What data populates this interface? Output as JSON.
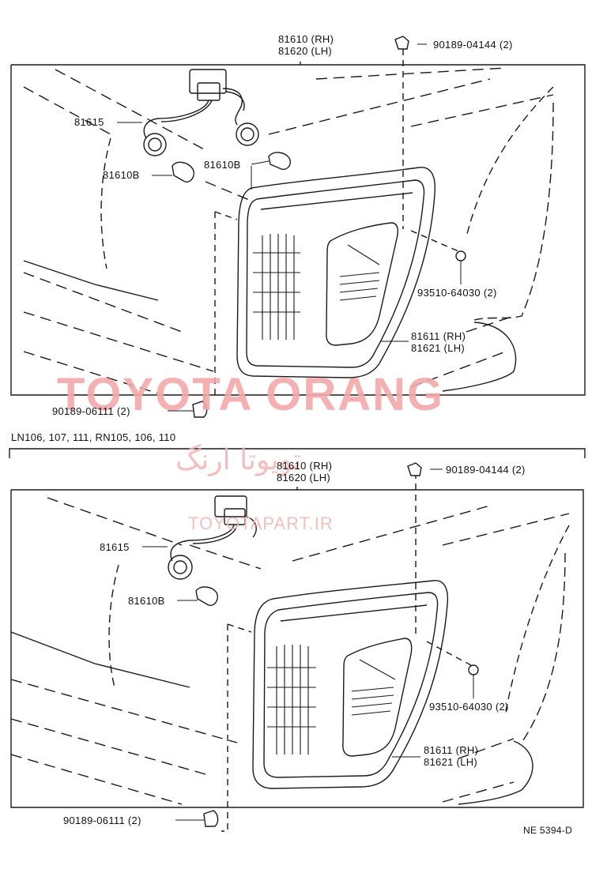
{
  "top_diagram": {
    "lamp_part": "81610 (RH)\n81620 (LH)",
    "nut_part": "90189-04144 (2)",
    "socket_wire": "81615",
    "bulb_left": "81610B",
    "bulb_right": "81610B",
    "screw_part": "93510-64030 (2)",
    "lens_part": "81611 (RH)\n81621 (LH)",
    "clip_part": "90189-06111 (2)"
  },
  "section_header": "LN106, 107, 111, RN105, 106, 110",
  "bottom_diagram": {
    "lamp_part": "81610 (RH)\n81620 (LH)",
    "nut_part": "90189-04144 (2)",
    "socket_wire": "81615",
    "bulb": "81610B",
    "screw_part": "93510-64030 (2)",
    "lens_part": "81611 (RH)\n81621 (LH)",
    "clip_part": "90189-06111 (2)"
  },
  "figure_code": "NE 5394-D",
  "watermark": {
    "main": "TOYOTA ORANG",
    "persian": "تویوتا ارنگ",
    "url": "TOYOTAPART.IR"
  },
  "colors": {
    "line": "#1a1a1a",
    "watermark": "#f4a9a9"
  }
}
